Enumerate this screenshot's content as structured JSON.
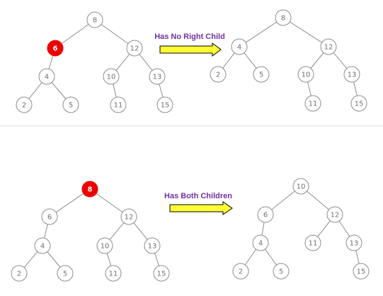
{
  "colors": {
    "highlight": "#ee0000",
    "caption": "#7030a0",
    "arrow_fill": "#ffff33"
  },
  "panels": [
    {
      "caption": "Has No Right Child",
      "before": {
        "nodes": [
          {
            "id": "b1n8",
            "label": "8"
          },
          {
            "id": "b1n6",
            "label": "6",
            "highlight": true
          },
          {
            "id": "b1n12",
            "label": "12"
          },
          {
            "id": "b1n4",
            "label": "4"
          },
          {
            "id": "b1n10",
            "label": "10"
          },
          {
            "id": "b1n13",
            "label": "13"
          },
          {
            "id": "b1n2",
            "label": "2"
          },
          {
            "id": "b1n5",
            "label": "5"
          },
          {
            "id": "b1n11",
            "label": "11"
          },
          {
            "id": "b1n15",
            "label": "15"
          }
        ]
      },
      "after": {
        "nodes": [
          {
            "id": "a1n8",
            "label": "8"
          },
          {
            "id": "a1n4",
            "label": "4"
          },
          {
            "id": "a1n12",
            "label": "12"
          },
          {
            "id": "a1n2",
            "label": "2"
          },
          {
            "id": "a1n5",
            "label": "5"
          },
          {
            "id": "a1n10",
            "label": "10"
          },
          {
            "id": "a1n13",
            "label": "13"
          },
          {
            "id": "a1n11",
            "label": "11"
          },
          {
            "id": "a1n15",
            "label": "15"
          }
        ]
      }
    },
    {
      "caption": "Has Both Children",
      "before": {
        "nodes": [
          {
            "id": "b2n8",
            "label": "8",
            "highlight": true
          },
          {
            "id": "b2n6",
            "label": "6"
          },
          {
            "id": "b2n12",
            "label": "12"
          },
          {
            "id": "b2n4",
            "label": "4"
          },
          {
            "id": "b2n10",
            "label": "10"
          },
          {
            "id": "b2n13",
            "label": "13"
          },
          {
            "id": "b2n2",
            "label": "2"
          },
          {
            "id": "b2n5",
            "label": "5"
          },
          {
            "id": "b2n11",
            "label": "11"
          },
          {
            "id": "b2n15",
            "label": "15"
          }
        ]
      },
      "after": {
        "nodes": [
          {
            "id": "a2n10",
            "label": "10"
          },
          {
            "id": "a2n6",
            "label": "6"
          },
          {
            "id": "a2n12",
            "label": "12"
          },
          {
            "id": "a2n4",
            "label": "4"
          },
          {
            "id": "a2n11",
            "label": "11"
          },
          {
            "id": "a2n13",
            "label": "13"
          },
          {
            "id": "a2n2",
            "label": "2"
          },
          {
            "id": "a2n5",
            "label": "5"
          },
          {
            "id": "a2n15",
            "label": "15"
          }
        ]
      }
    }
  ]
}
